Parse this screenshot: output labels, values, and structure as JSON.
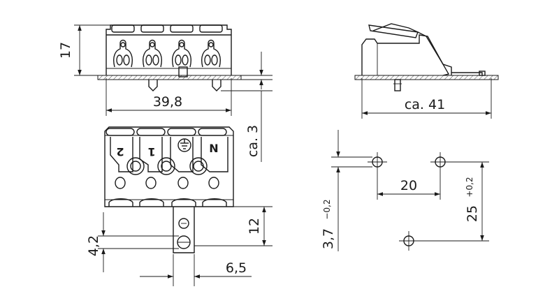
{
  "dimensions": {
    "height_17": "17",
    "width_39_8": "39,8",
    "depth_ca3": "ca. 3",
    "length_ca41": "ca. 41",
    "height_12": "12",
    "dim_4_2": "4,2",
    "dim_6_5": "6,5",
    "spacing_20": "20",
    "spacing_25": "25",
    "tol_25": "+0,2",
    "offset_3_7": "3,7",
    "tol_3_7": "−0,2"
  },
  "terminal_marks": [
    "2",
    "1",
    "N"
  ],
  "ground_symbol": "protective-earth"
}
